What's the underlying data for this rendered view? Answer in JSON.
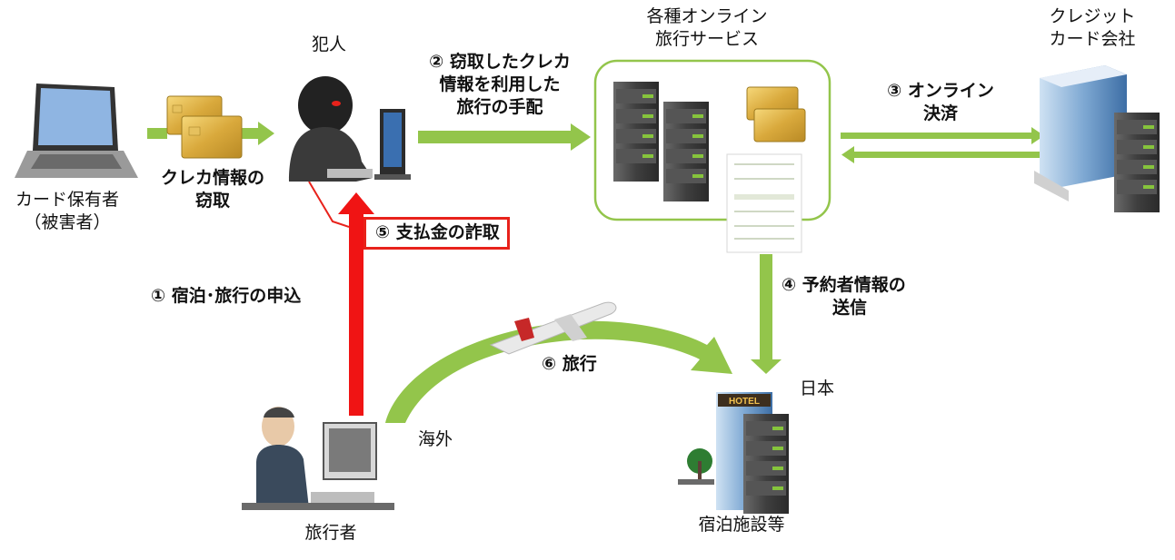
{
  "labels": {
    "cardholder": "カード保有者",
    "victim": "（被害者）",
    "criminal": "犯人",
    "services_line1": "各種オンライン",
    "services_line2": "旅行サービス",
    "credit_line1": "クレジット",
    "credit_line2": "カード会社",
    "abroad": "海外",
    "japan": "日本",
    "traveler": "旅行者",
    "facility": "宿泊施設等",
    "hotel_sign": "HOTEL"
  },
  "steps": {
    "theft_line1": "クレカ情報の",
    "theft_line2": "窃取",
    "s1": "① 宿泊･旅行の申込",
    "s2_line1": "② 窃取したクレカ",
    "s2_line2": "情報を利用した",
    "s2_line3": "旅行の手配",
    "s3_line1": "③ オンライン",
    "s3_line2": "決済",
    "s4_line1": "④ 予約者情報の",
    "s4_line2": "送信",
    "s5": "⑤ 支払金の詐取",
    "s6": "⑥ 旅行"
  },
  "colors": {
    "green_arrow": "#93c54b",
    "red_arrow": "#f01414",
    "red_border": "#e8221b",
    "server_gray": "#4a4a4a",
    "server_light": "#86c43c"
  }
}
